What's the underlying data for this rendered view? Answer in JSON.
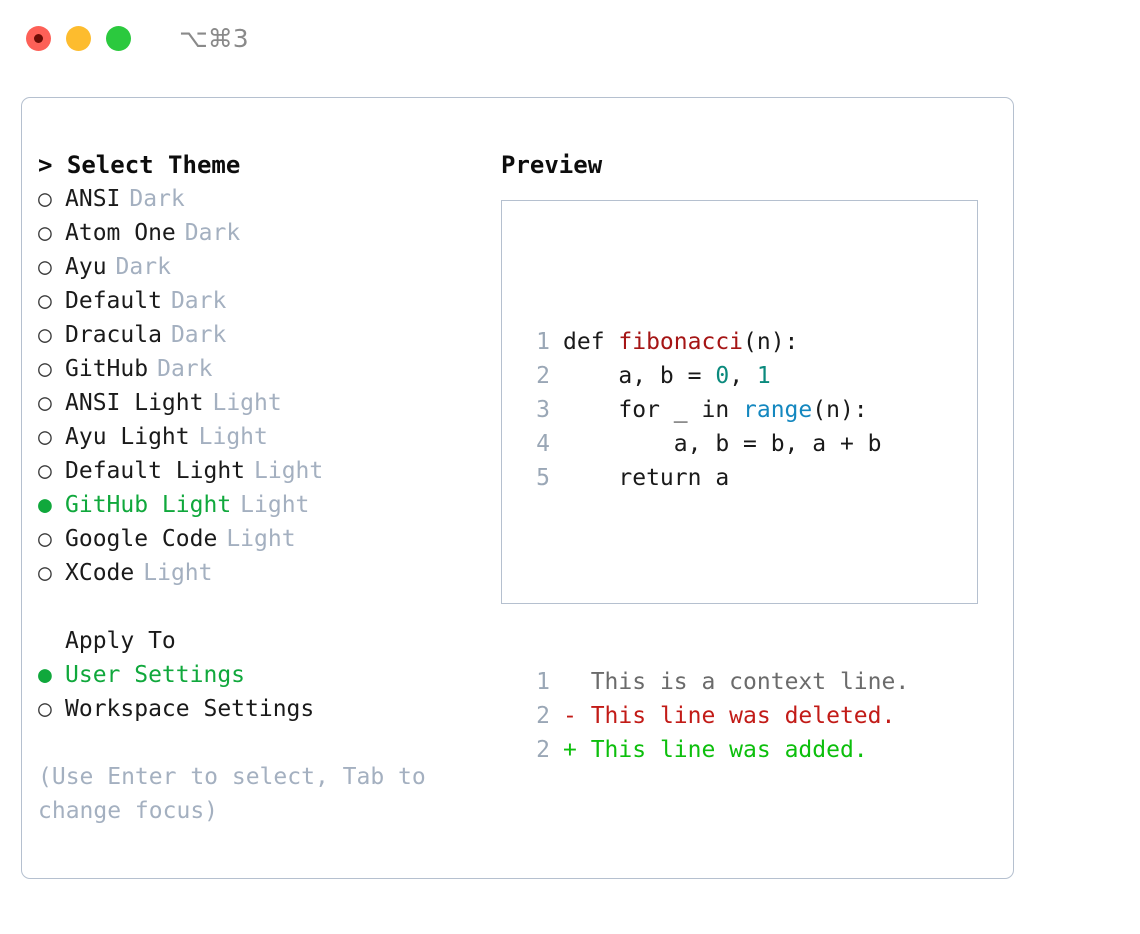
{
  "titlebar": {
    "traffic_lights": [
      "close",
      "minimize",
      "zoom"
    ],
    "shortcut": "⌥⌘3"
  },
  "left": {
    "heading": "> Select Theme",
    "themes": [
      {
        "bullet": "○",
        "name": "ANSI",
        "variant": "Dark",
        "selected": false
      },
      {
        "bullet": "○",
        "name": "Atom One",
        "variant": "Dark",
        "selected": false
      },
      {
        "bullet": "○",
        "name": "Ayu",
        "variant": "Dark",
        "selected": false
      },
      {
        "bullet": "○",
        "name": "Default",
        "variant": "Dark",
        "selected": false
      },
      {
        "bullet": "○",
        "name": "Dracula",
        "variant": "Dark",
        "selected": false
      },
      {
        "bullet": "○",
        "name": "GitHub",
        "variant": "Dark",
        "selected": false
      },
      {
        "bullet": "○",
        "name": "ANSI Light",
        "variant": "Light",
        "selected": false
      },
      {
        "bullet": "○",
        "name": "Ayu Light",
        "variant": "Light",
        "selected": false
      },
      {
        "bullet": "○",
        "name": "Default Light",
        "variant": "Light",
        "selected": false
      },
      {
        "bullet": "●",
        "name": "GitHub Light",
        "variant": "Light",
        "selected": true
      },
      {
        "bullet": "○",
        "name": "Google Code",
        "variant": "Light",
        "selected": false
      },
      {
        "bullet": "○",
        "name": "XCode",
        "variant": "Light",
        "selected": false
      }
    ],
    "apply_to_heading": "Apply To",
    "apply_to": [
      {
        "bullet": "●",
        "name": "User Settings",
        "selected": true
      },
      {
        "bullet": "○",
        "name": "Workspace Settings",
        "selected": false
      }
    ],
    "hint": "(Use Enter to select, Tab to change focus)"
  },
  "right": {
    "preview_title": "Preview",
    "code_lines": [
      {
        "num": "1",
        "tokens": [
          {
            "t": "def ",
            "c": "plain"
          },
          {
            "t": "fibonacci",
            "c": "fn"
          },
          {
            "t": "(n):",
            "c": "plain"
          }
        ]
      },
      {
        "num": "2",
        "tokens": [
          {
            "t": "    a, b = ",
            "c": "plain"
          },
          {
            "t": "0",
            "c": "num"
          },
          {
            "t": ", ",
            "c": "plain"
          },
          {
            "t": "1",
            "c": "num"
          }
        ]
      },
      {
        "num": "3",
        "tokens": [
          {
            "t": "    for _ in ",
            "c": "plain"
          },
          {
            "t": "range",
            "c": "call"
          },
          {
            "t": "(n):",
            "c": "plain"
          }
        ]
      },
      {
        "num": "4",
        "tokens": [
          {
            "t": "        a, b = b, a + b",
            "c": "plain"
          }
        ]
      },
      {
        "num": "5",
        "tokens": [
          {
            "t": "    return a",
            "c": "plain"
          }
        ]
      }
    ],
    "diff_lines": [
      {
        "num": "1",
        "marker": " ",
        "text": " This is a context line.",
        "kind": "ctx"
      },
      {
        "num": "2",
        "marker": "-",
        "text": " This line was deleted.",
        "kind": "del"
      },
      {
        "num": "2",
        "marker": "+",
        "text": " This line was added.",
        "kind": "add"
      }
    ]
  },
  "colors": {
    "accent_green": "#10a83c",
    "diff_add_green": "#0cbf0c",
    "diff_del_red": "#c21b17",
    "syntax_function_red": "#a51515",
    "syntax_number_teal": "#0b8a7d",
    "syntax_call_blue": "#1487bf",
    "muted_blue_gray": "#a4b0c0",
    "border": "#b5c0cf",
    "line_number": "#9aa7b6",
    "background": "#ffffff"
  }
}
